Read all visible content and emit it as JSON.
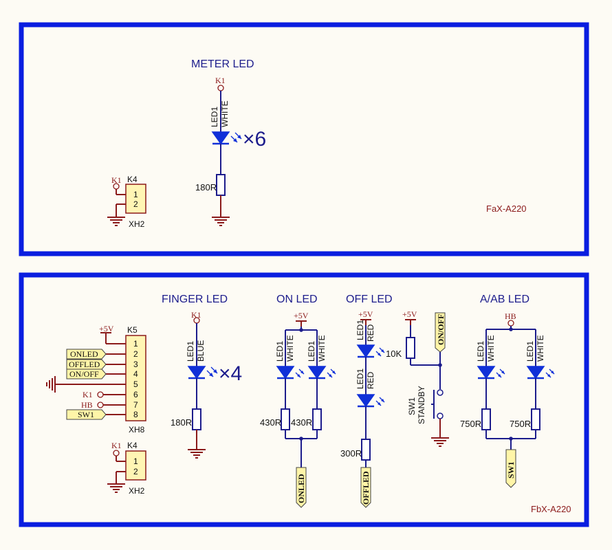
{
  "colors": {
    "frame": "#0a1ee0",
    "wire": "#1c1c8c",
    "led": "#1030d8",
    "ground": "#8b1a1a",
    "label": "#fff5a8"
  },
  "upper_board": {
    "id": "FaX-A220",
    "meter": {
      "title": "METER LED",
      "net": "K1",
      "led_ref": "LED1",
      "led_color": "WHITE",
      "multiplier": "×6",
      "resistor": "180R"
    },
    "header": {
      "ref": "K4",
      "type": "XH2",
      "pins": [
        "1",
        "2"
      ],
      "net": "K1"
    }
  },
  "lower_board": {
    "id": "FbX-A220",
    "header_k5": {
      "ref": "K5",
      "type": "XH8",
      "supply": "+5V",
      "pins": [
        "1",
        "2",
        "3",
        "4",
        "5",
        "6",
        "7",
        "8"
      ],
      "labels": [
        "ONLED",
        "OFFLED",
        "ON/OFF",
        "K1",
        "HB",
        "SW1"
      ]
    },
    "header_k4": {
      "ref": "K4",
      "type": "XH2",
      "pins": [
        "1",
        "2"
      ],
      "net": "K1"
    },
    "finger": {
      "title": "FINGER LED",
      "net": "K1",
      "led_ref": "LED1",
      "led_color": "BLUE",
      "multiplier": "×4",
      "resistor": "180R"
    },
    "on_led": {
      "title": "ON LED",
      "supply": "+5V",
      "net_label": "ONLED",
      "leds": [
        {
          "ref": "LED1",
          "color": "WHITE"
        },
        {
          "ref": "LED1",
          "color": "WHITE"
        }
      ],
      "resistors": [
        "430R",
        "430R"
      ]
    },
    "off_led": {
      "title": "OFF LED",
      "supply": "+5V",
      "net_label": "OFFLED",
      "leds": [
        {
          "ref": "LED1",
          "color": "RED"
        },
        {
          "ref": "LED1",
          "color": "RED"
        }
      ],
      "resistors": [
        "10K",
        "300R"
      ]
    },
    "standby": {
      "supply": "+5V",
      "net_label": "ON/OFF",
      "switch_ref": "SW1",
      "switch_name": "STANDBY"
    },
    "aab_led": {
      "title": "A/AB LED",
      "net": "HB",
      "net_label": "SW1",
      "leds": [
        {
          "ref": "LED1",
          "color": "WHITE"
        },
        {
          "ref": "LED1",
          "color": "WHITE"
        }
      ],
      "resistors": [
        "750R",
        "750R"
      ]
    }
  }
}
